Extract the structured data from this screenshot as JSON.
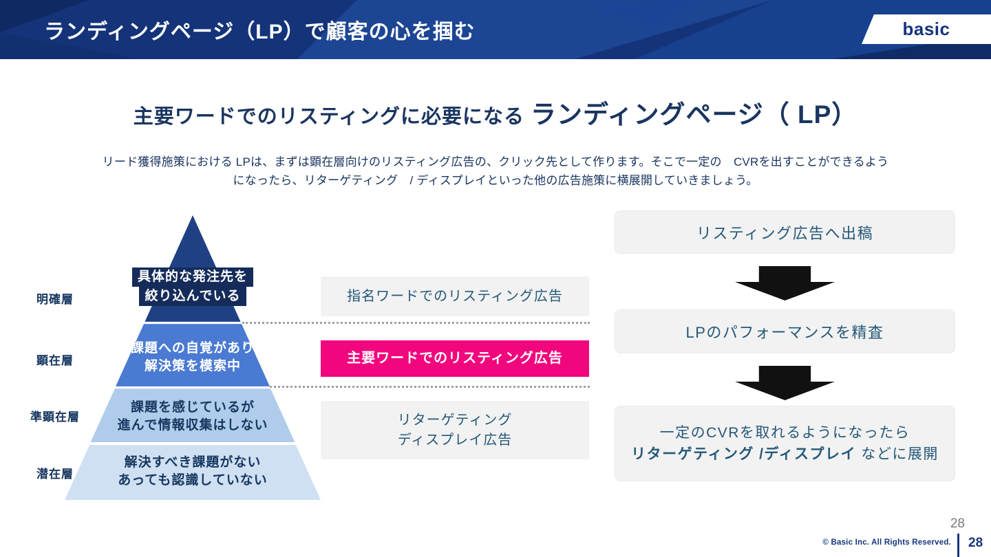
{
  "header": {
    "title": "ランディングページ（LP）で顧客の心を掴む",
    "logo": "basic"
  },
  "intro": {
    "heading_normal": "主要ワードでのリスティングに必要になる ",
    "heading_large": "ランディングページ（ LP）",
    "body_line1": "リード獲得施策における LPは、まずは顕在層向けのリスティング広告の、クリック先として作ります。そこで一定の　CVRを出すことができるよう",
    "body_line2": "になったら、リターゲティング　/ ディスプレイといった他の広告施策に横展開していきましょう。"
  },
  "pyramid": {
    "layers": [
      {
        "label": "明確層",
        "line1": "具体的な発注先を",
        "line2": "絞り込んでいる"
      },
      {
        "label": "顕在層",
        "line1": "課題への自覚があり",
        "line2": "解決策を模索中"
      },
      {
        "label": "準顕在層",
        "line1": "課題を感じているが",
        "line2": "進んで情報収集はしない"
      },
      {
        "label": "潜在層",
        "line1": "解決すべき課題がない",
        "line2": "あっても認識していない"
      }
    ]
  },
  "middle_boxes": {
    "box1": "指名ワードでのリスティング広告",
    "box2": "主要ワードでのリスティング広告",
    "box3_line1": "リターゲティング",
    "box3_line2": "ディスプレイ広告"
  },
  "flow": {
    "step1": "リスティング広告へ出稿",
    "step2": "LPのパフォーマンスを精査",
    "step3_line1": "一定のCVRを取れるようになったら",
    "step3_bold": "リターゲティング /ディスプレイ",
    "step3_rest": " などに展開"
  },
  "footer": {
    "page_gray": "28",
    "copyright": "© Basic Inc. All Rights Reserved.",
    "page_bold": "28"
  },
  "colors": {
    "header_navy": "#143379",
    "heading_navy": "#1a3560",
    "accent_pink": "#f2067e",
    "box_gray": "#f2f2f2",
    "box_text_blue": "#245878",
    "pyramid_layer1": "#1f4183",
    "pyramid_layer2": "#4a7ad2",
    "pyramid_layer3": "#afcdeb",
    "pyramid_layer4": "#cfe0f3",
    "arrow_black": "#111111"
  }
}
